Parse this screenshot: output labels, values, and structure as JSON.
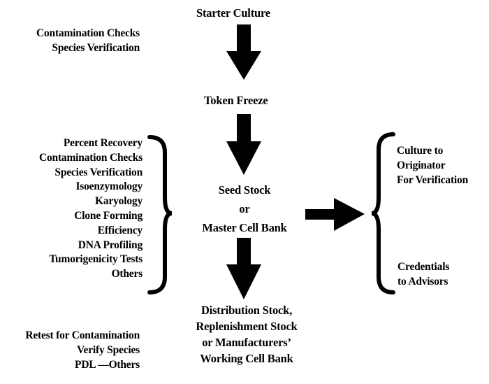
{
  "nodes": {
    "starter": "Starter Culture",
    "token": "Token Freeze",
    "seed": [
      "Seed Stock",
      "or",
      "Master Cell Bank"
    ],
    "distribution": [
      "Distribution Stock,",
      "Replenishment Stock",
      "or Manufacturers’",
      "Working Cell Bank"
    ]
  },
  "tests": {
    "starter": [
      "Contamination Checks",
      "Species Verification"
    ],
    "seed": [
      "Percent Recovery",
      "Contamination Checks",
      "Species Verification",
      "Isoenzymology",
      "Karyology",
      "Clone Forming",
      "Efficiency",
      "DNA Profiling",
      "Tumorigenicity Tests",
      "Others"
    ],
    "distribution": [
      "Retest for Contamination",
      "Verify Species",
      "PDL —Others"
    ]
  },
  "outputs": {
    "culture": [
      "Culture to",
      "Originator",
      "For Verification"
    ],
    "credentials": [
      "Credentials",
      "to Advisors"
    ]
  }
}
